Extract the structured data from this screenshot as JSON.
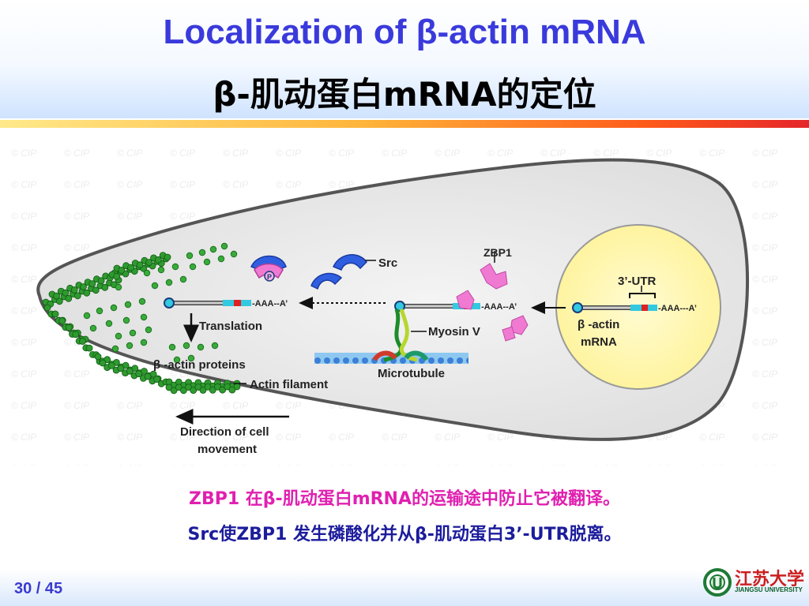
{
  "slide": {
    "title_en": "Localization of β-actin mRNA",
    "title_cn": "β-肌动蛋白mRNA的定位",
    "caption_1": "ZBP1 在β-肌动蛋白mRNA的运输途中防止它被翻译。",
    "caption_2": "Src使ZBP1 发生磷酸化并从β-肌动蛋白3’-UTR脱离。",
    "page_number": "30 / 45"
  },
  "diagram": {
    "watermark": "© CIP",
    "labels": {
      "src": "Src",
      "zbp1": "ZBP1",
      "utr": "3’-UTR",
      "polya": "-AAA--A’",
      "polya_nucleus": "-AAA---A’",
      "translation": "Translation",
      "myosin": "Myosin V",
      "beta_actin_mrna_1": "β -actin",
      "beta_actin_mrna_2": "mRNA",
      "beta_actin_proteins": "β -actin proteins",
      "actin_filament": "Actin filament",
      "microtubule": "Microtubule",
      "direction_1": "Direction of cell",
      "direction_2": "movement",
      "phospho": "P"
    }
  },
  "logo": {
    "name": "江苏大学",
    "subtitle": "JIANGSU UNIVERSITY"
  },
  "colors": {
    "title_blue": "#3a3adc",
    "caption_magenta": "#e020b0",
    "caption_navy": "#1c1c9c",
    "nucleus_yellow": "#fff6a8",
    "zbp1_pink": "#f07ad2",
    "src_blue": "#2f5fe0",
    "actin_green": "#2f9a2f"
  }
}
